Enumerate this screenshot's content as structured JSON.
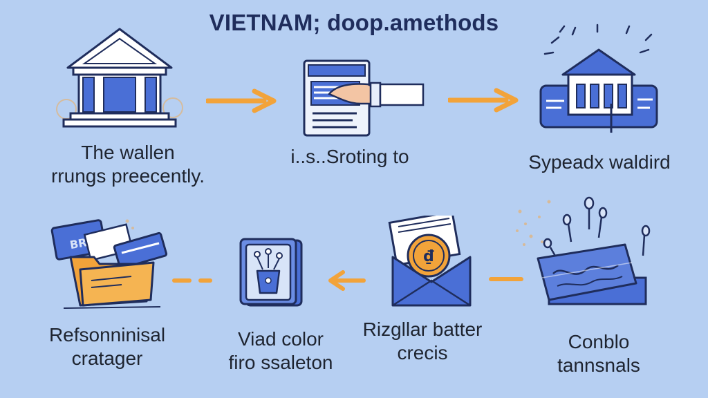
{
  "title": "VIETNAM; doop.amethods",
  "colors": {
    "background": "#b6cff2",
    "accent": "#f2a33a",
    "icon_blue": "#4a6fd6",
    "outline": "#1f2d5c"
  },
  "steps": [
    {
      "icon": "bank-icon",
      "lines": [
        "The wallen",
        "rrungs preecently."
      ]
    },
    {
      "icon": "document-hand-icon",
      "lines": [
        "i..s..Sroting to"
      ]
    },
    {
      "icon": "bank-card-icon",
      "lines": [
        "Sypeadx waldird"
      ]
    },
    {
      "icon": "credit-card-stack-icon",
      "lines": [
        "Conblo",
        "tannsnals"
      ]
    },
    {
      "icon": "envelope-coin-icon",
      "lines": [
        "Rizgllar batter",
        "crecis"
      ]
    },
    {
      "icon": "mobile-bag-icon",
      "lines": [
        "Viad color",
        "firo ssaleton"
      ]
    },
    {
      "icon": "folder-cards-icon",
      "lines": [
        "Refsonninisal",
        "cratager"
      ]
    }
  ]
}
